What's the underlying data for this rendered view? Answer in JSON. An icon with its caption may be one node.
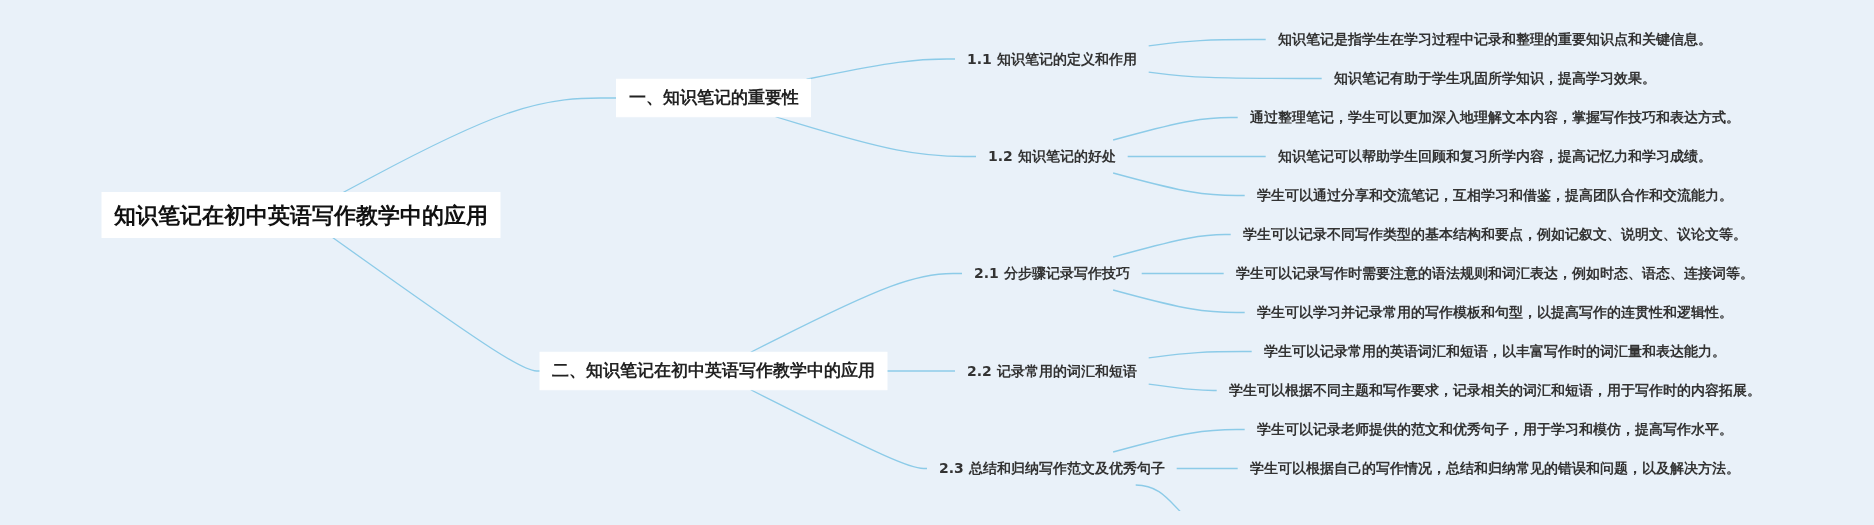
{
  "diagram": {
    "nodes": [
      {
        "text": [
          "知识笔记在初中英语写作教学中的应用"
        ]
      },
      {
        "text": [
          "一、知识笔记的重要性"
        ]
      },
      {
        "text": [
          "1.1 知识笔记的定义和作用"
        ]
      },
      {
        "text": [
          "知识笔记是指学生在学习过程中记录和整理的重要知识点和关键信息。"
        ]
      },
      {
        "text": [
          "知识笔记有助于学生巩固所学知识，提高学习效果。"
        ]
      },
      {
        "text": [
          "1.2 知识笔记的好处"
        ]
      },
      {
        "text": [
          "通过整理笔记，学生可以更加深入地理解文本内容，掌握写作技巧和表达方式。"
        ]
      },
      {
        "text": [
          "知识笔记可以帮助学生回顾和复习所学内容，提高记忆力和学习成绩。"
        ]
      },
      {
        "text": [
          "学生可以通过分享和交流笔记，互相学习和借鉴，提高团队合作和交流能力。"
        ]
      },
      {
        "text": [
          "二、知识笔记在初中英语写作教学中的应用"
        ]
      },
      {
        "text": [
          "2.1 分步骤记录写作技巧"
        ]
      },
      {
        "text": [
          "学生可以记录不同写作类型的基本结构和要点，例如记叙文、说明文、议论文等。"
        ]
      },
      {
        "text": [
          "学生可以记录写作时需要注意的语法规则和词汇表达，例如时态、语态、连接词等。"
        ]
      },
      {
        "text": [
          "学生可以学习并记录常用的写作模板和句型，以提高写作的连贯性和逻辑性。"
        ]
      },
      {
        "text": [
          "2.2 记录常用的词汇和短语"
        ]
      },
      {
        "text": [
          "学生可以记录常用的英语词汇和短语，以丰富写作时的词汇量和表达能力。"
        ]
      },
      {
        "text": [
          "学生可以根据不同主题和写作要求，记录相关的词汇和短语，用于写作时的内容拓展。"
        ]
      },
      {
        "text": [
          "2.3 总结和归纳写作范文及优秀句子"
        ]
      },
      {
        "text": [
          "学生可以记录老师提供的范文和优秀句子，用于学习和模仿，提高写作水平。"
        ]
      },
      {
        "text": [
          "学生可以根据自己的写作情况，总结和归纳常见的错误和问题，以及解决方法。"
        ]
      }
    ],
    "edges": [
      {
        "from": 0,
        "to": 1,
        "arrow": "none"
      },
      {
        "from": 1,
        "to": 2,
        "arrow": "none"
      },
      {
        "from": 2,
        "to": 3,
        "arrow": "none"
      },
      {
        "from": 2,
        "to": 4,
        "arrow": "none"
      },
      {
        "from": 1,
        "to": 5,
        "arrow": "none"
      },
      {
        "from": 5,
        "to": 6,
        "arrow": "none"
      },
      {
        "from": 5,
        "to": 7,
        "arrow": "none"
      },
      {
        "from": 5,
        "to": 8,
        "arrow": "none"
      },
      {
        "from": 0,
        "to": 9,
        "arrow": "none"
      },
      {
        "from": 9,
        "to": 10,
        "arrow": "none"
      },
      {
        "from": 10,
        "to": 11,
        "arrow": "none"
      },
      {
        "from": 10,
        "to": 12,
        "arrow": "none"
      },
      {
        "from": 10,
        "to": 13,
        "arrow": "none"
      },
      {
        "from": 9,
        "to": 14,
        "arrow": "none"
      },
      {
        "from": 14,
        "to": 15,
        "arrow": "none"
      },
      {
        "from": 14,
        "to": 16,
        "arrow": "none"
      },
      {
        "from": 9,
        "to": 17,
        "arrow": "none"
      },
      {
        "from": 17,
        "to": 18,
        "arrow": "none"
      },
      {
        "from": 17,
        "to": 19,
        "arrow": "none"
      },
      {
        "from": 17,
        "to": null,
        "arrow": "none"
      }
    ]
  }
}
